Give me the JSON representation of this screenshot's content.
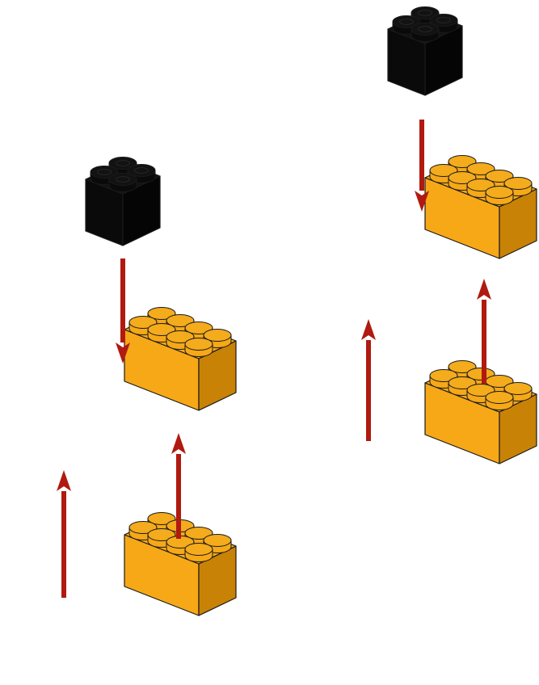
{
  "colors": {
    "background": "#ffffff",
    "orange_top": "#f4ab1c",
    "orange_left": "#f6a817",
    "orange_right": "#c88206",
    "black_top": "#121212",
    "black_left": "#0a0a0a",
    "black_right": "#050505",
    "arrow": "#b01a10",
    "outline": "#1a1a1a"
  },
  "assemblies": [
    {
      "name": "left-assembly",
      "bricks": [
        {
          "name": "black-2x2-brick",
          "kind": "2x2",
          "color": "black"
        },
        {
          "name": "orange-2x4-brick-upper",
          "kind": "2x4",
          "color": "orange"
        },
        {
          "name": "orange-2x4-brick-lower",
          "kind": "2x4",
          "color": "orange"
        }
      ],
      "arrows": [
        {
          "name": "arrow-down",
          "direction": "down"
        },
        {
          "name": "arrow-up-left",
          "direction": "up"
        },
        {
          "name": "arrow-up-right",
          "direction": "up"
        }
      ]
    },
    {
      "name": "right-assembly",
      "bricks": [
        {
          "name": "black-2x2-brick",
          "kind": "2x2",
          "color": "black"
        },
        {
          "name": "orange-2x4-brick-upper",
          "kind": "2x4",
          "color": "orange"
        },
        {
          "name": "orange-2x4-brick-lower",
          "kind": "2x4",
          "color": "orange"
        }
      ],
      "arrows": [
        {
          "name": "arrow-down",
          "direction": "down"
        },
        {
          "name": "arrow-up-left",
          "direction": "up"
        },
        {
          "name": "arrow-up-right",
          "direction": "up"
        }
      ]
    }
  ]
}
